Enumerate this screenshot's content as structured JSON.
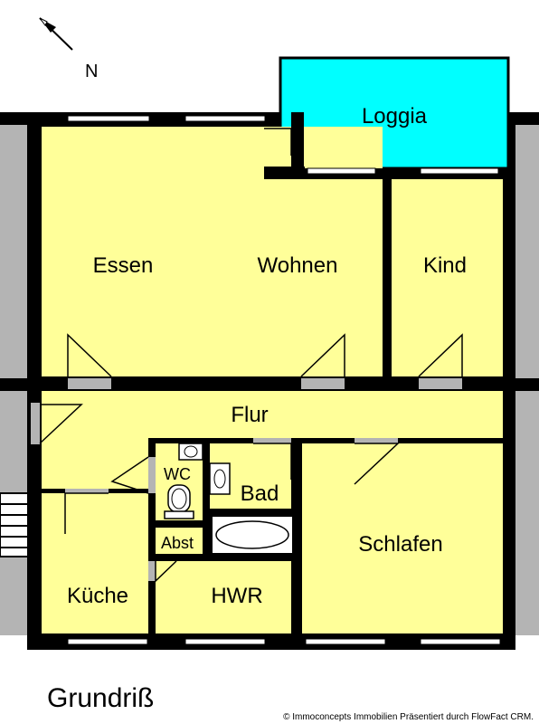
{
  "north_label": "N",
  "rooms": {
    "loggia": "Loggia",
    "essen": "Essen",
    "wohnen": "Wohnen",
    "kind": "Kind",
    "flur": "Flur",
    "wc": "WC",
    "bad": "Bad",
    "abst": "Abst",
    "schlafen": "Schlafen",
    "kueche": "Küche",
    "hwr": "HWR"
  },
  "title": "Grundriß",
  "credit": "© Immoconcepts Immobilien Präsentiert durch FlowFact CRM.",
  "colors": {
    "room_fill": "#FFFF99",
    "loggia_fill": "#00FFFF",
    "wall": "#000000",
    "neighbor": "#B4B4B4",
    "window": "#FFFFFF"
  }
}
